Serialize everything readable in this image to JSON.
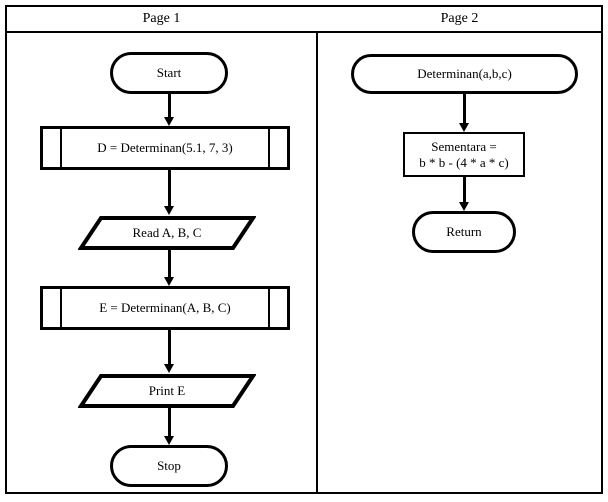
{
  "diagram": {
    "title": "Flowchart with subroutine (Determinan)",
    "type": "flowchart",
    "stroke_color": "#000000",
    "background_color": "#ffffff",
    "columns": [
      {
        "header": "Page 1",
        "nodes": [
          {
            "id": "start",
            "shape": "terminator",
            "label": "Start"
          },
          {
            "id": "call_d",
            "shape": "predefined-process",
            "label": "D = Determinan(5.1, 7, 3)"
          },
          {
            "id": "read",
            "shape": "input-output",
            "label": "Read A, B, C"
          },
          {
            "id": "call_e",
            "shape": "predefined-process",
            "label": "E = Determinan(A, B, C)"
          },
          {
            "id": "print",
            "shape": "input-output",
            "label": "Print E"
          },
          {
            "id": "stop",
            "shape": "terminator",
            "label": "Stop"
          }
        ],
        "edges": [
          {
            "from": "start",
            "to": "call_d"
          },
          {
            "from": "call_d",
            "to": "read"
          },
          {
            "from": "read",
            "to": "call_e"
          },
          {
            "from": "call_e",
            "to": "print"
          },
          {
            "from": "print",
            "to": "stop"
          }
        ]
      },
      {
        "header": "Page 2",
        "nodes": [
          {
            "id": "sub_head",
            "shape": "terminator",
            "label": "Determinan(a,b,c)"
          },
          {
            "id": "calc",
            "shape": "process",
            "label_line1": "Sementara =",
            "label_line2": "b * b - (4 * a * c)"
          },
          {
            "id": "return",
            "shape": "terminator",
            "label": "Return"
          }
        ],
        "edges": [
          {
            "from": "sub_head",
            "to": "calc"
          },
          {
            "from": "calc",
            "to": "return"
          }
        ]
      }
    ]
  }
}
